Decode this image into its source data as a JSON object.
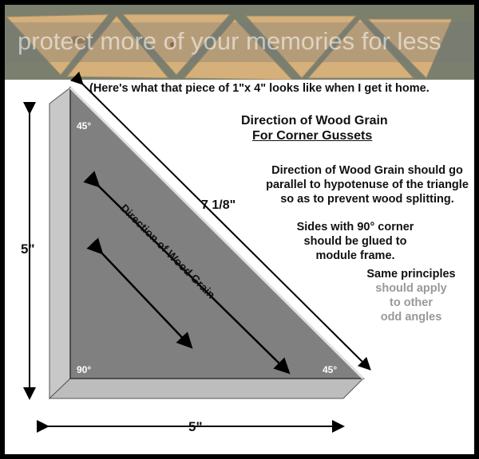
{
  "photo_caption": "(Here's what that piece of 1\"x 4\" looks like when I get it home.",
  "title_line1": "Direction of Wood Grain",
  "title_line2": "For Corner Gussets",
  "paragraph1": [
    "Direction of Wood Grain should go",
    "parallel to hypotenuse of the triangle",
    "so as to prevent wood splitting."
  ],
  "paragraph2": [
    "Sides with 90° corner",
    "should be glued to",
    "module frame."
  ],
  "paragraph3": [
    "Same principles",
    "should apply",
    "to other",
    "odd angles"
  ],
  "dimensions": {
    "height": "5\"",
    "base": "5\"",
    "hypotenuse": "7 1/8\""
  },
  "angles": {
    "top": "45°",
    "bottom_left": "90°",
    "bottom_right": "45°"
  },
  "grain_label": "Direction of Wood Grain",
  "watermark": "protect more of your memories for less",
  "colors": {
    "face": "#808080",
    "edge": "#c8c8c8",
    "wood": "#d9b47c"
  }
}
